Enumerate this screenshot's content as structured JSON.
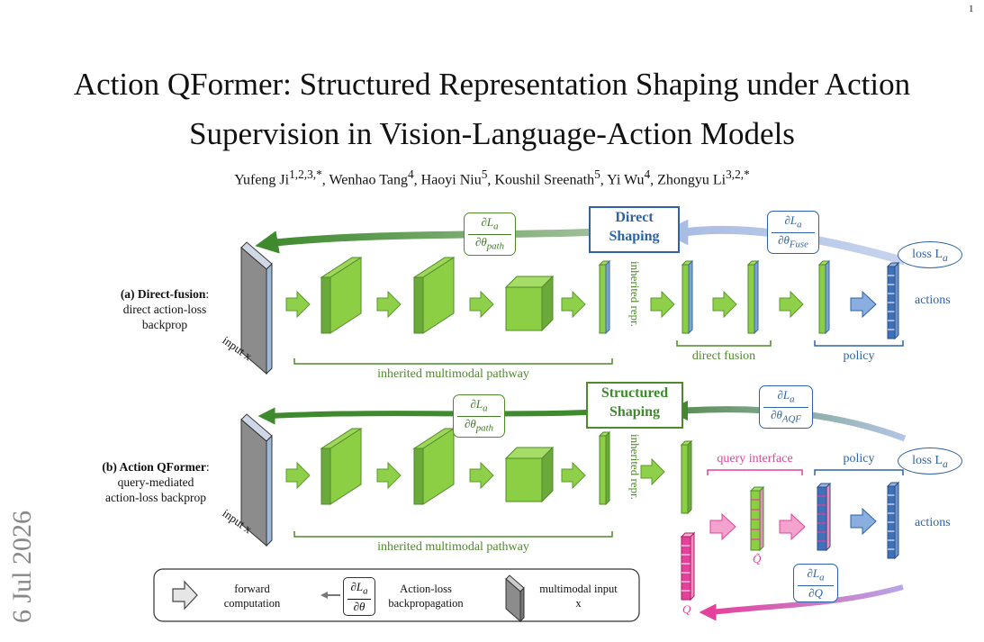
{
  "page_number": "1",
  "title_line1": "Action QFormer: Structured Representation Shaping under Action",
  "title_line2": "Supervision in Vision-Language-Action Models",
  "authors": [
    {
      "name": "Yufeng Ji",
      "sup": "1,2,3,*"
    },
    {
      "name": "Wenhao Tang",
      "sup": "4"
    },
    {
      "name": "Haoyi Niu",
      "sup": "5"
    },
    {
      "name": "Koushil Sreenath",
      "sup": "5"
    },
    {
      "name": "Yi Wu",
      "sup": "4"
    },
    {
      "name": "Zhongyu Li",
      "sup": "3,2,*"
    }
  ],
  "arxiv_stamp": "6 Jul 2026",
  "figure": {
    "panel_a": {
      "title": "(a) Direct-fusion",
      "desc": "direct action-loss backprop",
      "shaping_label": "Direct Shaping",
      "grad_path_num": "∂L",
      "grad_path_num_sub": "a",
      "grad_path_den": "∂θ",
      "grad_path_den_sub": "path",
      "grad_fuse_num": "∂L",
      "grad_fuse_num_sub": "a",
      "grad_fuse_den": "∂θ",
      "grad_fuse_den_sub": "Fuse",
      "loss": "loss L",
      "loss_sub": "a",
      "input": "input x",
      "inherited_repr": "inherited repr.",
      "actions": "actions",
      "pathway": "inherited multimodal pathway",
      "fusion": "direct fusion",
      "policy": "policy"
    },
    "panel_b": {
      "title": "(b) Action QFormer",
      "desc": "query-mediated action-loss backprop",
      "shaping_label": "Structured Shaping",
      "grad_path_num": "∂L",
      "grad_path_num_sub": "a",
      "grad_path_den": "∂θ",
      "grad_path_den_sub": "path",
      "grad_aqf_num": "∂L",
      "grad_aqf_num_sub": "a",
      "grad_aqf_den": "∂θ",
      "grad_aqf_den_sub": "AQF",
      "grad_q_num": "∂L",
      "grad_q_num_sub": "a",
      "grad_q_den": "∂Q",
      "loss": "loss L",
      "loss_sub": "a",
      "input": "input x",
      "inherited_repr": "inherited repr.",
      "actions": "actions",
      "pathway": "inherited multimodal pathway",
      "query_interface": "query interface",
      "policy": "policy",
      "q_tilde": "Q̃",
      "q": "Q"
    },
    "legend": {
      "forward": "forward computation",
      "backprop": "Action-loss backpropagation",
      "backprop_num": "∂L",
      "backprop_num_sub": "a",
      "backprop_den": "∂θ",
      "input": "multimodal input x"
    },
    "colors": {
      "green": "#7dc63c",
      "green_dark": "#4f8a2a",
      "blue": "#2f63a3",
      "light_blue": "#a9bde3",
      "pink": "#e5419b",
      "gray": "#808080"
    }
  }
}
